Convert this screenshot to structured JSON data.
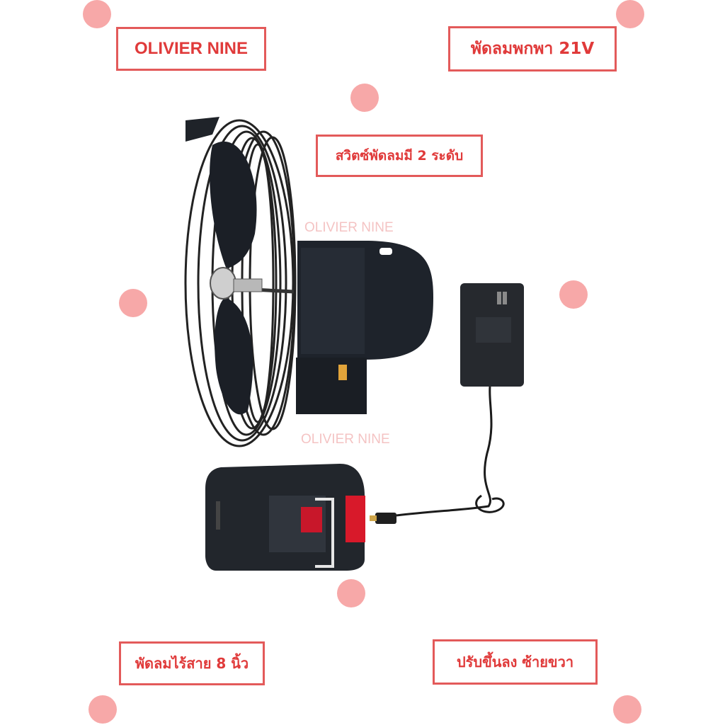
{
  "labels": {
    "brand": "OLIVIER NINE",
    "portable_fan_21v": "พัดลมพกพา 21V",
    "switch_2_levels": "สวิตซ์พัดลมมี 2 ระดับ",
    "cordless_8_inch": "พัดลมไร้สาย 8 นิ้ว",
    "adjust_directions": "ปรับขึ้นลง ซ้ายขวา"
  },
  "watermarks": {
    "top": "OLIVIER NINE",
    "bottom": "OLIVIER NINE"
  },
  "colors": {
    "accent_red": "#e03a3a",
    "border_red": "#e35a5a",
    "dot_pink": "#f7a8a8",
    "fan_body": "#1e232b",
    "battery_red": "#d8192a"
  },
  "icons": {
    "fan": "fan-icon",
    "battery": "battery-icon",
    "adapter": "power-adapter-icon"
  }
}
